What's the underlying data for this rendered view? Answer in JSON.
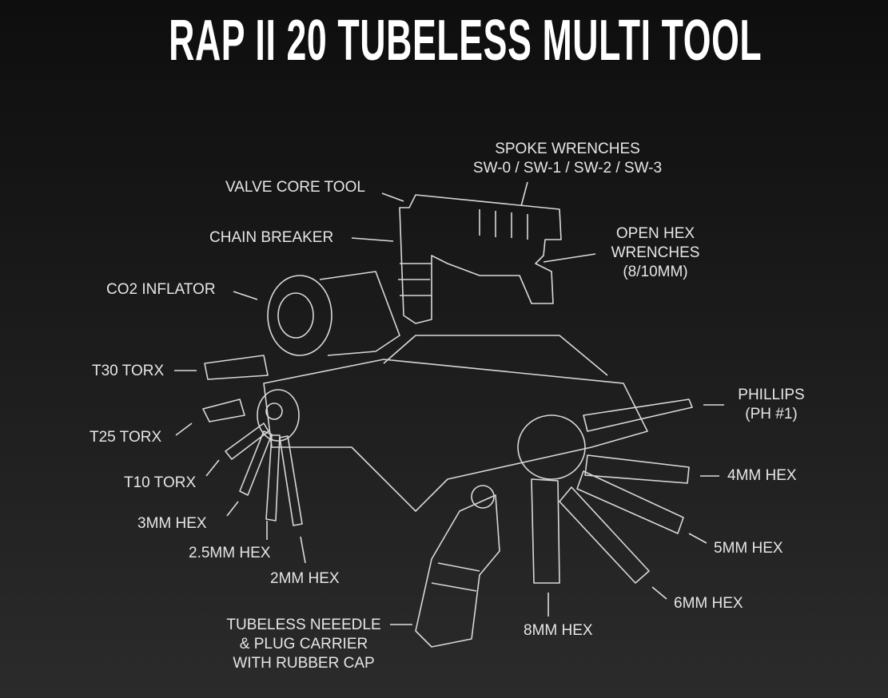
{
  "title": "RAP II 20 TUBELESS MULTI TOOL",
  "labels": {
    "spoke_wrenches": "SPOKE WRENCHES",
    "spoke_sizes": "SW-0 / SW-1 / SW-2 / SW-3",
    "valve_core_tool": "VALVE CORE TOOL",
    "chain_breaker": "CHAIN BREAKER",
    "open_hex_1": "OPEN HEX",
    "open_hex_2": "WRENCHES",
    "open_hex_3": "(8/10MM)",
    "co2_inflator": "CO2 INFLATOR",
    "t30": "T30 TORX",
    "t25": "T25 TORX",
    "t10": "T10 TORX",
    "hex3": "3MM HEX",
    "hex25": "2.5MM HEX",
    "hex2": "2MM HEX",
    "phillips_1": "PHILLIPS",
    "phillips_2": "(PH #1)",
    "hex4": "4MM HEX",
    "hex5": "5MM HEX",
    "hex6": "6MM HEX",
    "hex8": "8MM HEX",
    "tubeless_1": "TUBELESS NEEEDLE",
    "tubeless_2": "& PLUG CARRIER",
    "tubeless_3": "WITH RUBBER CAP"
  }
}
